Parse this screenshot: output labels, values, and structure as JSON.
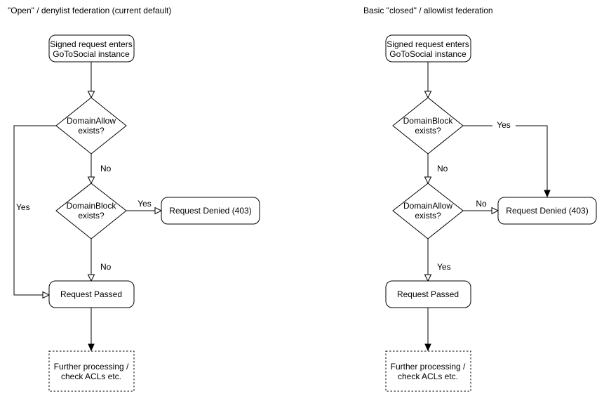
{
  "colors": {
    "stroke": "#000000",
    "node_fill": "#ffffff",
    "text": "#000000",
    "background": "#ffffff"
  },
  "left_chart": {
    "title": "\"Open\" / denylist federation (current default)",
    "nodes": {
      "start": {
        "line1": "Signed request enters",
        "line2": "GoToSocial instance"
      },
      "decision1": {
        "line1": "DomainAllow",
        "line2": "exists?"
      },
      "decision2": {
        "line1": "DomainBlock",
        "line2": "exists?"
      },
      "denied": {
        "label": "Request Denied (403)"
      },
      "passed": {
        "label": "Request Passed"
      },
      "further": {
        "line1": "Further processing /",
        "line2": "check ACLs etc."
      }
    },
    "edge_labels": {
      "decision1_yes": "Yes",
      "decision1_no": "No",
      "decision2_yes": "Yes",
      "decision2_no": "No"
    }
  },
  "right_chart": {
    "title": "Basic \"closed\" / allowlist federation",
    "nodes": {
      "start": {
        "line1": "Signed request enters",
        "line2": "GoToSocial instance"
      },
      "decision1": {
        "line1": "DomainBlock",
        "line2": "exists?"
      },
      "decision2": {
        "line1": "DomainAllow",
        "line2": "exists?"
      },
      "denied": {
        "label": "Request Denied (403)"
      },
      "passed": {
        "label": "Request Passed"
      },
      "further": {
        "line1": "Further processing /",
        "line2": "check ACLs etc."
      }
    },
    "edge_labels": {
      "decision1_yes": "Yes",
      "decision1_no": "No",
      "decision2_no": "No",
      "decision2_yes": "Yes"
    }
  }
}
